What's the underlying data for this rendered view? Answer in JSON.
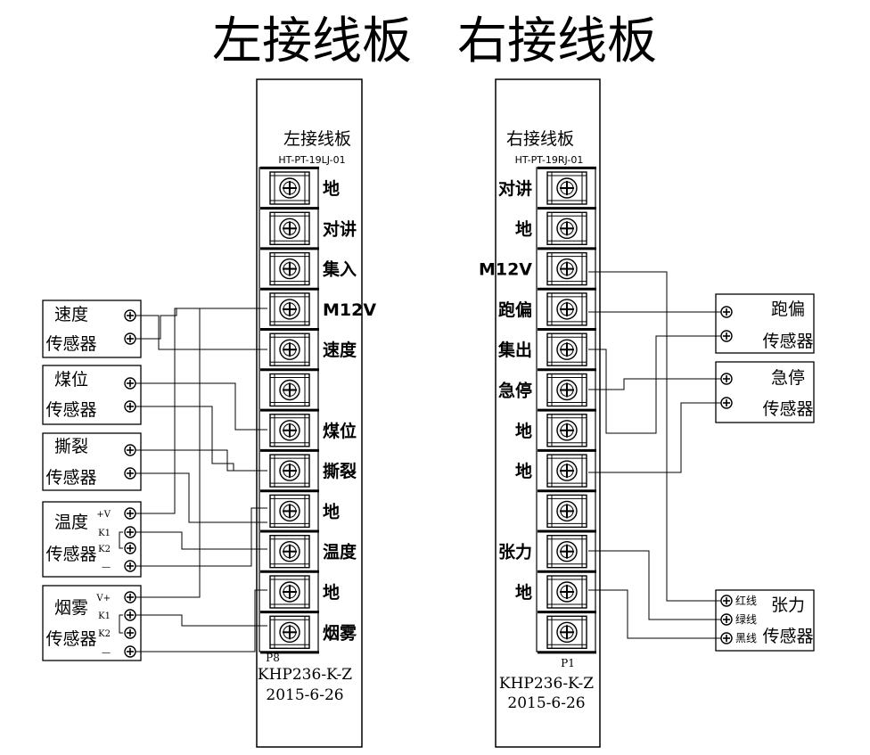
{
  "titles": {
    "left": "左接线板",
    "right": "右接线板"
  },
  "left_board": {
    "title": "左接线板",
    "model": "HT-PT-19LJ-01",
    "connector": "P8",
    "part_no": "KHP236-K-Z",
    "date": "2015-6-26",
    "terminals": [
      "地",
      "对讲",
      "集入",
      "M12V",
      "速度",
      "",
      "煤位",
      "撕裂",
      "地",
      "温度",
      "地",
      "烟雾"
    ]
  },
  "right_board": {
    "title": "右接线板",
    "model": "HT-PT-19RJ-01",
    "connector": "P1",
    "part_no": "KHP236-K-Z",
    "date": "2015-6-26",
    "terminals": [
      "对讲",
      "地",
      "M12V",
      "跑偏",
      "集出",
      "急停",
      "地",
      "地",
      "",
      "张力",
      "地",
      ""
    ]
  },
  "left_sensors": [
    {
      "line1": "速度",
      "line2": "传感器",
      "pins": [
        "",
        ""
      ]
    },
    {
      "line1": "煤位",
      "line2": "传感器",
      "pins": [
        "",
        ""
      ]
    },
    {
      "line1": "撕裂",
      "line2": "传感器",
      "pins": [
        "",
        ""
      ]
    },
    {
      "line1": "温度",
      "line2": "传感器",
      "pins": [
        "+V",
        "K1",
        "K2",
        "—"
      ]
    },
    {
      "line1": "烟雾",
      "line2": "传感器",
      "pins": [
        "V+",
        "K1",
        "K2",
        "—"
      ]
    }
  ],
  "right_sensors": [
    {
      "line1": "跑偏",
      "line2": "传感器",
      "pins": [
        "",
        ""
      ]
    },
    {
      "line1": "急停",
      "line2": "传感器",
      "pins": [
        "",
        ""
      ]
    },
    {
      "line1": "张力",
      "line2": "传感器",
      "pins": [
        "红线",
        "绿线",
        "黑线"
      ]
    }
  ],
  "colors": {
    "ink": "#000000",
    "background": "#ffffff",
    "terminal_fill": "#f4f4f4"
  }
}
